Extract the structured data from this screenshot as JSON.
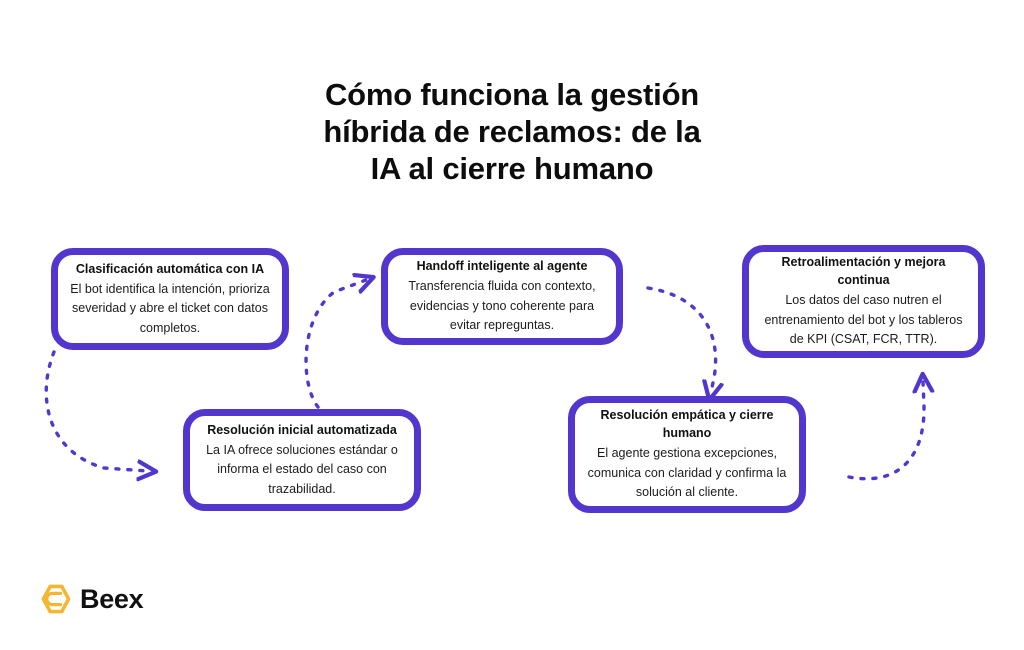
{
  "page": {
    "background_color": "#ffffff",
    "accent_color": "#5236CE",
    "logo_color": "#F5B731",
    "text_color": "#111111"
  },
  "title": {
    "line1": "Cómo funciona la gestión",
    "line2": "híbrida de reclamos: de la",
    "line3": "IA al cierre humano",
    "full": "Cómo funciona la gestión híbrida de reclamos: de la IA al cierre humano"
  },
  "steps": [
    {
      "id": "step-1",
      "title": "Clasificación automática con IA",
      "body": "El bot identifica la intención, prioriza severidad y abre el ticket con datos completos."
    },
    {
      "id": "step-2",
      "title": "Resolución inicial automatizada",
      "body": "La IA ofrece soluciones estándar o informa el estado del caso con trazabilidad."
    },
    {
      "id": "step-3",
      "title": "Handoff inteligente al agente",
      "body": "Transferencia fluida con contexto, evidencias y tono coherente para evitar repreguntas."
    },
    {
      "id": "step-4",
      "title": "Resolución empática y cierre humano",
      "body": "El agente gestiona excepciones, comunica con claridad y confirma la solución al cliente."
    },
    {
      "id": "step-5",
      "title": "Retroalimentación y mejora continua",
      "body": "Los datos del caso nutren el entrenamiento del bot y los tableros de KPI (CSAT, FCR, TTR)."
    }
  ],
  "connectors": [
    {
      "id": "arrow-1-to-2",
      "from": "step-1",
      "to": "step-2",
      "style": "dashed-curve",
      "direction": "down-right"
    },
    {
      "id": "arrow-2-to-3",
      "from": "step-2",
      "to": "step-3",
      "style": "dashed-curve",
      "direction": "up-right"
    },
    {
      "id": "arrow-3-to-4",
      "from": "step-3",
      "to": "step-4",
      "style": "dashed-curve",
      "direction": "down-right"
    },
    {
      "id": "arrow-4-to-5",
      "from": "step-4",
      "to": "step-5",
      "style": "dashed-curve",
      "direction": "up-right"
    }
  ],
  "footer": {
    "brand": "Beex",
    "logo_icon": "hexagon-swirl-icon"
  }
}
